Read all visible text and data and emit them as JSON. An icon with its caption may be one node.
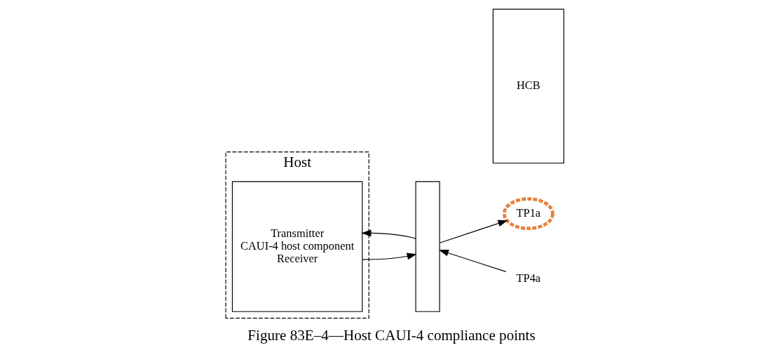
{
  "diagram": {
    "caption": "Figure 83E–4—Host CAUI-4 compliance points",
    "nodes": [
      {
        "text": [
          "Host"
        ]
      },
      {
        "text": [
          "Transmitter",
          "CAUI-4 host component",
          "Receiver"
        ],
        "in": 0
      },
      {
        "text": [],
        "shape": "box"
      },
      {
        "text": [
          "HCB"
        ]
      },
      {
        "text": [
          "TP1a"
        ]
      },
      {
        "text": [
          "TP4a"
        ]
      }
    ],
    "edges": [
      {
        "from": 1,
        "to": 2,
        "arrow": "to"
      },
      {
        "from": 2,
        "to": 4,
        "arrow": "to"
      },
      {
        "from": 5,
        "to": 2,
        "arrow": "to"
      },
      {
        "from": 2,
        "to": 1,
        "arrow": "to"
      }
    ]
  }
}
